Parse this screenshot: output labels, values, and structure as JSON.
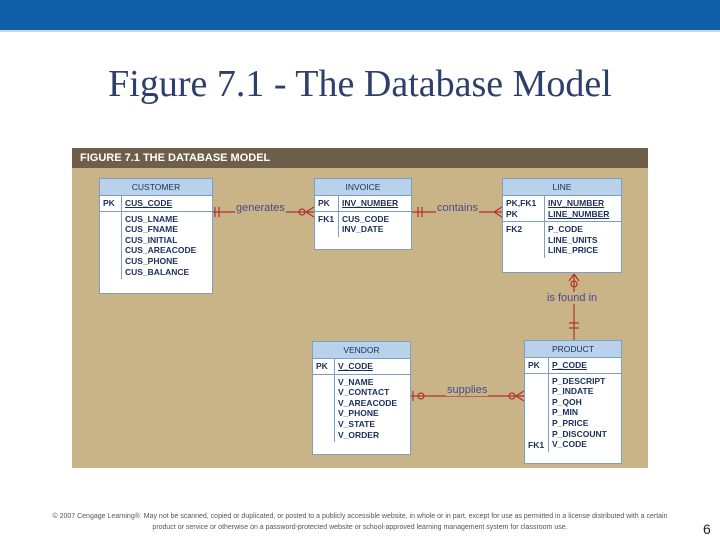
{
  "slide_title": "Figure 7.1 - The Database Model",
  "figure_header": "FIGURE 7.1  THE DATABASE MODEL",
  "entities": {
    "customer": {
      "name": "CUSTOMER",
      "pk_key": "PK",
      "pk_attrs": [
        "CUS_CODE"
      ],
      "attrs": [
        "CUS_LNAME",
        "CUS_FNAME",
        "CUS_INITIAL",
        "CUS_AREACODE",
        "CUS_PHONE",
        "CUS_BALANCE"
      ]
    },
    "invoice": {
      "name": "INVOICE",
      "pk_key": "PK",
      "pk_attrs": [
        "INV_NUMBER"
      ],
      "fk_key": "FK1",
      "fk_attrs": [
        "CUS_CODE",
        "INV_DATE"
      ]
    },
    "line": {
      "name": "LINE",
      "pk_keys": [
        "PK,FK1",
        "PK"
      ],
      "pk_attrs": [
        "INV_NUMBER",
        "LINE_NUMBER"
      ],
      "fk_key": "FK2",
      "fk_attrs": [
        "P_CODE",
        "LINE_UNITS",
        "LINE_PRICE"
      ]
    },
    "vendor": {
      "name": "VENDOR",
      "pk_key": "PK",
      "pk_attrs": [
        "V_CODE"
      ],
      "attrs": [
        "V_NAME",
        "V_CONTACT",
        "V_AREACODE",
        "V_PHONE",
        "V_STATE",
        "V_ORDER"
      ]
    },
    "product": {
      "name": "PRODUCT",
      "pk_key": "PK",
      "pk_attrs": [
        "P_CODE"
      ],
      "fk_key": "FK1",
      "attrs": [
        "P_DESCRIPT",
        "P_INDATE",
        "P_QOH",
        "P_MIN",
        "P_PRICE",
        "P_DISCOUNT",
        "V_CODE"
      ]
    }
  },
  "relationships": {
    "customer_invoice": "generates",
    "invoice_line": "contains",
    "product_line": "is found in",
    "vendor_product": "supplies"
  },
  "footer": "© 2007 Cengage Learning®. May not be scanned, copied or duplicated, or posted to a publicly accessible website, in whole or in part, except for use as permitted in a license distributed with a certain product or service or otherwise on a password-protected website or school-approved learning management system for classroom use.",
  "page_number": "6",
  "colors": {
    "top_bar": "#0f5fa8",
    "figure_background": "#c9b487",
    "entity_header": "#b9d1ea",
    "relationship_line": "#b03030"
  }
}
